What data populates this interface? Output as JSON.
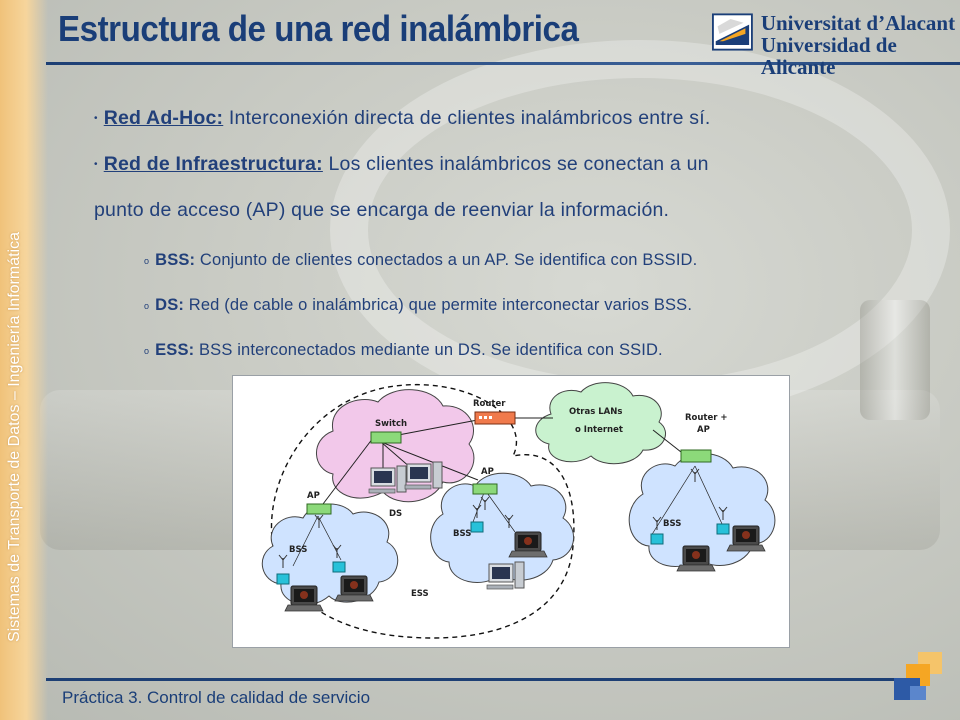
{
  "side_label": "Sistemas de Transporte de Datos – Ingeniería Informática",
  "title": "Estructura de una red inalámbrica",
  "logo": {
    "line1": "Universitat d’Alacant",
    "line2": "Universidad de Alicante"
  },
  "bullets": [
    {
      "term": "Red Ad-Hoc:",
      "text": " Interconexión directa de clientes inalámbricos entre sí."
    },
    {
      "term": "Red de Infraestructura:",
      "text": " Los clientes inalámbricos se conectan a un",
      "continuation": "punto de acceso (AP) que se encarga de reenviar la información."
    }
  ],
  "sub_bullets": [
    {
      "key": "BSS:",
      "text": " Conjunto de clientes conectados a un AP. Se identifica con BSSID."
    },
    {
      "key": "DS:",
      "text": " Red (de cable o inalámbrica) que permite interconectar varios BSS."
    },
    {
      "key": "ESS:",
      "text": " BSS interconectados mediante un DS. Se identifica con SSID."
    }
  ],
  "diagram": {
    "labels": {
      "router": "Router",
      "switch": "Switch",
      "other_lans_1": "Otras LANs",
      "other_lans_2": "o Internet",
      "router_ap_1": "Router +",
      "router_ap_2": "AP",
      "ap_left": "AP",
      "ap_mid": "AP",
      "bss_left": "BSS",
      "bss_mid": "BSS",
      "bss_right": "BSS",
      "ds": "DS",
      "ess": "ESS"
    }
  },
  "footer": "Práctica 3. Control de calidad de servicio",
  "colors": {
    "title": "#1a3e78",
    "band": "#f0c27a",
    "cloud_pink": "#f2c8ea",
    "cloud_blue": "#cfe3ff",
    "cloud_green": "#c9f2cf",
    "router": "#f07a4c",
    "ap": "#8cd97a",
    "corner_orange": "#f5a623",
    "corner_blue": "#2d5aa6"
  }
}
